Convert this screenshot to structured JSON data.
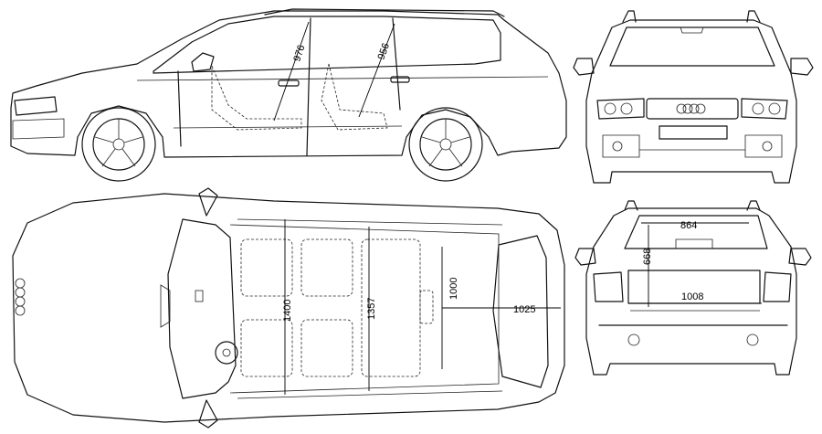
{
  "diagram": {
    "views": [
      "side-view",
      "front-view",
      "top-view",
      "rear-view"
    ],
    "dimensions": {
      "side_front_door": "976",
      "side_rear_door": "956",
      "top_front_width": "1400",
      "top_rear_width": "1357",
      "top_cargo_width": "1000",
      "top_cargo_length": "1025",
      "rear_window_width": "864",
      "rear_opening_height": "668",
      "rear_opening_width": "1008"
    },
    "colors": {
      "line": "#111111",
      "background": "#ffffff"
    }
  }
}
